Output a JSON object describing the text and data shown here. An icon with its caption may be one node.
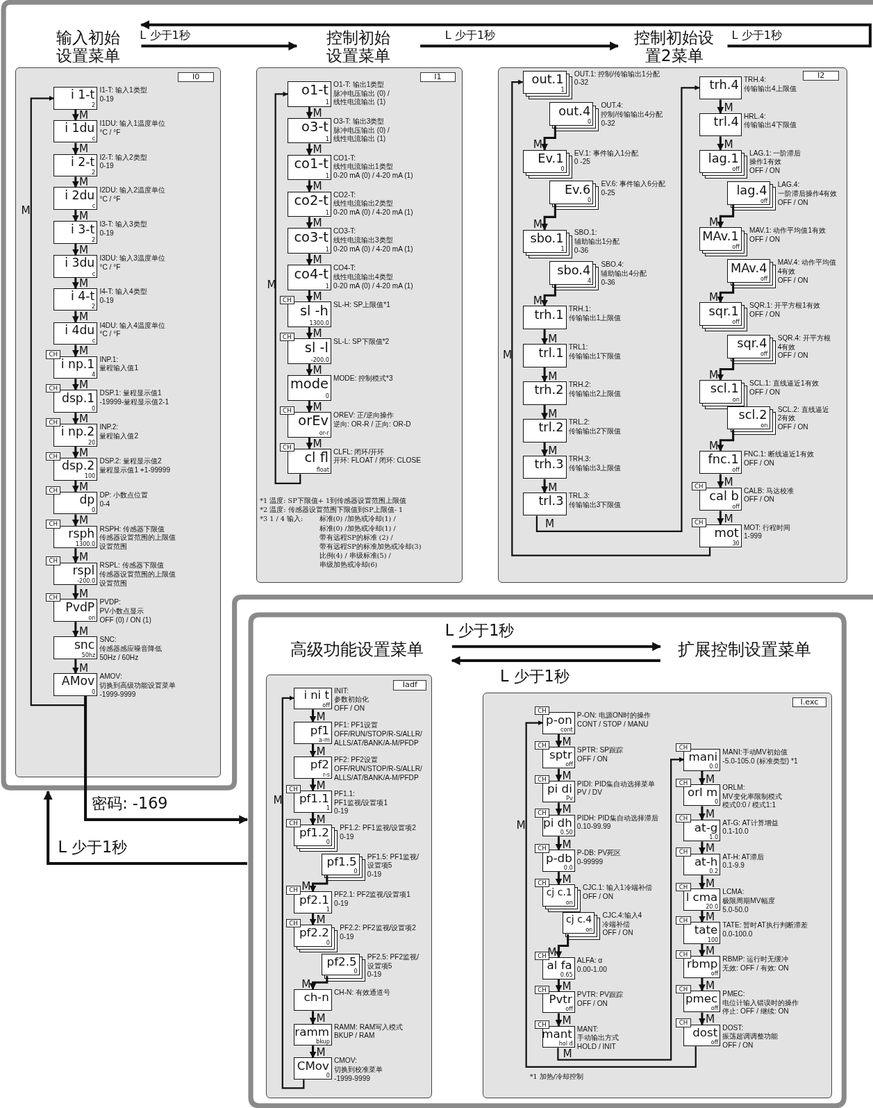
{
  "diagram": {
    "nodes": [
      {
        "text": [
          "输入初始设置菜单",
          "I0"
        ]
      },
      {
        "text": [
          "i 1-t",
          "2"
        ],
        "beside": [
          "I1-T: 输入1类型",
          "0-19"
        ],
        "in": 0
      },
      {
        "text": [
          "i 1du",
          "c"
        ],
        "beside": [
          "I1DU: 输入1温度单位",
          "°C / °F"
        ],
        "in": 0
      },
      {
        "text": [
          "i 2-t",
          "2"
        ],
        "beside": [
          "I2-T: 输入2类型",
          "0-19"
        ],
        "in": 0
      },
      {
        "text": [
          "i 2du",
          "c"
        ],
        "beside": [
          "I2DU: 输入2温度单位",
          "°C / °F"
        ],
        "in": 0
      },
      {
        "text": [
          "i 3-t",
          "2"
        ],
        "beside": [
          "I3-T: 输入3类型",
          "0-19"
        ],
        "in": 0
      },
      {
        "text": [
          "i 3du",
          "c"
        ],
        "beside": [
          "I3DU: 输入3温度单位",
          "°C / °F"
        ],
        "in": 0
      },
      {
        "text": [
          "i 4-t",
          "2"
        ],
        "beside": [
          "I4-T: 输入4类型",
          "0-19"
        ],
        "in": 0
      },
      {
        "text": [
          "i 4du",
          "c"
        ],
        "beside": [
          "I4DU: 输入4温度单位",
          "°C / °F"
        ],
        "in": 0
      },
      {
        "text": [
          "CH"
        ],
        "in": 0
      },
      {
        "text": [
          "i np.1",
          "4"
        ],
        "beside": [
          "INP.1:",
          "量程输入值1"
        ],
        "in": 0
      },
      {
        "text": [
          "CH"
        ],
        "in": 0
      },
      {
        "text": [
          "dsp.1",
          "0"
        ],
        "beside": [
          "DSP.1: 量程显示值1",
          "-19999-量程显示值2-1"
        ],
        "in": 0
      },
      {
        "text": [
          "CH"
        ],
        "in": 0
      },
      {
        "text": [
          "i np.2",
          "20"
        ],
        "beside": [
          "INP.2:",
          "量程输入值2"
        ],
        "in": 0
      },
      {
        "text": [
          "CH"
        ],
        "in": 0
      },
      {
        "text": [
          "dsp.2",
          "100"
        ],
        "beside": [
          "DSP.2: 量程显示值2",
          "量程显示值1 +1-99999"
        ],
        "in": 0
      },
      {
        "text": [
          "CH"
        ],
        "in": 0
      },
      {
        "text": [
          "dp",
          "0"
        ],
        "beside": [
          "DP: 小数点位置",
          "0-4"
        ],
        "in": 0
      },
      {
        "text": [
          "CH"
        ],
        "in": 0
      },
      {
        "text": [
          "rsph",
          "1300.0"
        ],
        "beside": [
          "RSPH: 传感器下限值",
          "传感器设置范围的上限值",
          "设置范围"
        ],
        "in": 0
      },
      {
        "text": [
          "CH"
        ],
        "in": 0
      },
      {
        "text": [
          "rspl",
          "-200.0"
        ],
        "beside": [
          "RSPL: 传感器下限值",
          "传感器设置范围的上限值",
          "设置范围"
        ],
        "in": 0
      },
      {
        "text": [
          "CH"
        ],
        "in": 0
      },
      {
        "text": [
          "PvdP",
          "on"
        ],
        "beside": [
          "PVDP:",
          "PV小数点显示",
          "OFF (0) / ON (1)"
        ],
        "in": 0
      },
      {
        "text": [
          "snc",
          "50hz"
        ],
        "beside": [
          "SNC:",
          "传感器感应噪音降低",
          "50Hz / 60Hz"
        ],
        "in": 0
      },
      {
        "text": [
          "AMov",
          "0"
        ],
        "beside": [
          "AMOV:",
          "切换到高级功能设置菜单",
          "-1999-9999"
        ],
        "in": 0
      },
      {
        "text": [
          "控制初始设置菜单",
          "I1"
        ]
      },
      {
        "text": [
          "o1-t",
          "1"
        ],
        "beside": [
          "O1-T: 输出1类型",
          "脉冲电压输出 (0) /",
          "线性电流输出 (1)"
        ],
        "in": 27
      },
      {
        "text": [
          "o3-t",
          "1"
        ],
        "beside": [
          "O3-T: 输出3类型",
          "脉冲电压输出 (0) /",
          "线性电流输出 (1)"
        ],
        "in": 27
      },
      {
        "text": [
          "co1-t",
          "1"
        ],
        "beside": [
          "CO1-T:",
          "线性电流输出1类型",
          "0-20 mA (0) / 4-20 mA (1)"
        ],
        "in": 27
      },
      {
        "text": [
          "co2-t",
          "1"
        ],
        "beside": [
          "CO2-T:",
          "线性电流输出2类型",
          "0-20 mA (0) / 4-20 mA (1)"
        ],
        "in": 27
      },
      {
        "text": [
          "co3-t",
          "1"
        ],
        "beside": [
          "CO3-T:",
          "线性电流输出3类型",
          "0-20 mA (0) / 4-20 mA (1)"
        ],
        "in": 27
      },
      {
        "text": [
          "co4-t",
          "1"
        ],
        "beside": [
          "CO4-T:",
          "线性电流输出4类型",
          "0-20 mA (0) / 4-20 mA (1)"
        ],
        "in": 27
      },
      {
        "text": [
          "CH"
        ],
        "in": 27
      },
      {
        "text": [
          "sl -h",
          "1300.0"
        ],
        "beside": [
          "SL-H: SP上限值*1"
        ],
        "in": 27
      },
      {
        "text": [
          "CH"
        ],
        "in": 27
      },
      {
        "text": [
          "sl -l",
          "-200.0"
        ],
        "beside": [
          "SL-L: SP下限值*2"
        ],
        "in": 27
      },
      {
        "text": [
          "mode",
          "0"
        ],
        "beside": [
          "MODE: 控制模式*3"
        ],
        "in": 27
      },
      {
        "text": [
          "CH"
        ],
        "in": 27
      },
      {
        "text": [
          "orEv",
          "or-r"
        ],
        "beside": [
          "OREV: 正/逆向操作",
          "逆向: OR-R / 正向: OR-D"
        ],
        "in": 27
      },
      {
        "text": [
          "CH"
        ],
        "in": 27
      },
      {
        "text": [
          "cl fl",
          "float"
        ],
        "beside": [
          "CLFL: 闭环/开环",
          "开环: FLOAT / 闭环: CLOSE"
        ],
        "in": 27
      },
      {
        "text": [
          "控制初始设置2菜单",
          "I2"
        ]
      },
      {
        "text": [
          "out.1",
          "1"
        ],
        "beside": [
          "OUT.1: 控制/传输输出1分配",
          "0-32"
        ],
        "in": 43
      },
      {
        "text": [
          "out.4",
          "0"
        ],
        "beside": [
          "OUT.4:",
          "控制/传输输出4分配",
          "0-32"
        ],
        "in": 43
      },
      {
        "text": [
          "Ev.1",
          "0"
        ],
        "beside": [
          "EV.1: 事件输入1分配",
          "0 -25"
        ],
        "in": 43
      },
      {
        "text": [
          "Ev.6",
          "0"
        ],
        "beside": [
          "EV.6: 事件输入6分配",
          "0-25"
        ],
        "in": 43
      },
      {
        "text": [
          "sbo.1",
          "1"
        ],
        "beside": [
          "SBO.1:",
          "辅助输出1分配",
          "0-36"
        ],
        "in": 43
      },
      {
        "text": [
          "sbo.4",
          "4"
        ],
        "beside": [
          "SBO.4:",
          "辅助输出4分配",
          "0-36"
        ],
        "in": 43
      },
      {
        "text": [
          "trh.1"
        ],
        "beside": [
          "TRH.1:",
          "传输输出1上限值"
        ],
        "in": 43
      },
      {
        "text": [
          "trl.1"
        ],
        "beside": [
          "TRL1:",
          "传输输出1下限值"
        ],
        "in": 43
      },
      {
        "text": [
          "trh.2"
        ],
        "beside": [
          "TRH.2:",
          "传输输出2上限值"
        ],
        "in": 43
      },
      {
        "text": [
          "trl.2"
        ],
        "beside": [
          "TRL.2:",
          "传输输出2下限值"
        ],
        "in": 43
      },
      {
        "text": [
          "trh.3"
        ],
        "beside": [
          "TRH.3:",
          "传输输出3上限值"
        ],
        "in": 43
      },
      {
        "text": [
          "trl.3"
        ],
        "beside": [
          "TRL.3:",
          "传输输出3下限值"
        ],
        "in": 43
      },
      {
        "text": [
          "trh.4"
        ],
        "beside": [
          "TRH.4:",
          "传输输出4上限值"
        ],
        "in": 43
      },
      {
        "text": [
          "trl.4"
        ],
        "beside": [
          "HRL.4:",
          "传输输出4下限值"
        ],
        "in": 43
      },
      {
        "text": [
          "lag.1",
          "off"
        ],
        "beside": [
          "LAG.1: 一阶滞后",
          "操作1有效",
          "OFF / ON"
        ],
        "in": 43
      },
      {
        "text": [
          "lag.4",
          "off"
        ],
        "beside": [
          "LAG.4:",
          "一阶滞后操作4有效",
          "OFF / ON"
        ],
        "in": 43
      },
      {
        "text": [
          "MAv.1",
          "off"
        ],
        "beside": [
          "MAV.1: 动作平均值1有效",
          "OFF / ON"
        ],
        "in": 43
      },
      {
        "text": [
          "MAv.4",
          "off"
        ],
        "beside": [
          "MAV.4: 动作平均值",
          "4有效",
          "OFF / ON"
        ],
        "in": 43
      },
      {
        "text": [
          "sqr.1",
          "off"
        ],
        "beside": [
          "SQR.1: 开平方根1有效",
          "OFF / ON"
        ],
        "in": 43
      },
      {
        "text": [
          "sqr.4",
          "off"
        ],
        "beside": [
          "SQR.4: 开平方根",
          "4有效",
          "OFF / ON"
        ],
        "in": 43
      },
      {
        "text": [
          "scl.1",
          "on"
        ],
        "beside": [
          "SCL.1: 直线逼近1有效",
          "OFF / ON"
        ],
        "in": 43
      },
      {
        "text": [
          "scl.2",
          "on"
        ],
        "beside": [
          "SCL.2: 直线逼近",
          "2有效",
          "OFF / ON"
        ],
        "in": 43
      },
      {
        "text": [
          "fnc.1",
          "off"
        ],
        "beside": [
          "FNC.1: 断线逼近1有效",
          "OFF / ON"
        ],
        "in": 43
      },
      {
        "text": [
          "CH"
        ],
        "in": 43
      },
      {
        "text": [
          "cal b",
          "off"
        ],
        "beside": [
          "CALB: 马达校准",
          "OFF / ON"
        ],
        "in": 43
      },
      {
        "text": [
          "CH"
        ],
        "in": 43
      },
      {
        "text": [
          "mot",
          "30"
        ],
        "beside": [
          "MOT: 行程时间",
          "1-999"
        ],
        "in": 43
      },
      {
        "text": [
          "高级功能设置菜单",
          "Iadf"
        ]
      },
      {
        "text": [
          "i ni t",
          "off"
        ],
        "beside": [
          "INIT:",
          "参数初始化",
          "OFF / ON"
        ],
        "in": 71
      },
      {
        "text": [
          "pf1",
          "a-m"
        ],
        "beside": [
          "PF1: PF1设置",
          "OFF/RUN/STOP/R-S/ALLR/",
          "ALLS/AT/BANK/A-M/PFDP"
        ],
        "in": 71
      },
      {
        "text": [
          "pf2",
          "r-s"
        ],
        "beside": [
          "PF2: PF2设置",
          "OFF/RUN/STOP/R-S/ALLR/",
          "ALLS/AT/BANK/A-M/PFDP"
        ],
        "in": 71
      },
      {
        "text": [
          "CH"
        ],
        "in": 71
      },
      {
        "text": [
          "pf1.1",
          "1"
        ],
        "beside": [
          "PF1.1:",
          "PF1监视/设置项1",
          "0-19"
        ],
        "in": 71
      },
      {
        "text": [
          "CH"
        ],
        "in": 71
      },
      {
        "text": [
          "pf1.2",
          "0"
        ],
        "beside": [
          "PF1.2: PF1监视/设置项2",
          "0-19"
        ],
        "in": 71
      },
      {
        "text": [
          "pf1.5",
          "0"
        ],
        "beside": [
          "PF1.5: PF1监视/",
          "设置项5",
          "0-19"
        ],
        "in": 71
      },
      {
        "text": [
          "CH"
        ],
        "in": 71
      },
      {
        "text": [
          "pf2.1",
          "1"
        ],
        "beside": [
          "PF2.1: PF2监视/设置项1",
          "0-19"
        ],
        "in": 71
      },
      {
        "text": [
          "CH"
        ],
        "in": 71
      },
      {
        "text": [
          "pf2.2",
          "0"
        ],
        "beside": [
          "PF2.2: PF2监视/设置项2",
          "0-19"
        ],
        "in": 71
      },
      {
        "text": [
          "pf2.5",
          "0"
        ],
        "beside": [
          "PF2.5: PF2监视/",
          "设置项5",
          "0-19"
        ],
        "in": 71
      },
      {
        "text": [
          "ch-n"
        ],
        "beside": [
          "CH-N: 有效通道号"
        ],
        "in": 71
      },
      {
        "text": [
          "ramm",
          "bkup"
        ],
        "beside": [
          "RAMM: RAM写入模式",
          "BKUP / RAM"
        ],
        "in": 71
      },
      {
        "text": [
          "CMov",
          "0"
        ],
        "beside": [
          "CMOV:",
          "切换到校准菜单",
          "-1999-9999"
        ],
        "in": 71
      },
      {
        "text": [
          "扩展控制设置菜单",
          "I.exc"
        ]
      },
      {
        "text": [
          "CH"
        ],
        "in": 88
      },
      {
        "text": [
          "p-on",
          "cont"
        ],
        "beside": [
          "P-ON: 电源ON时的操作",
          "CONT / STOP / MANU"
        ],
        "in": 88
      },
      {
        "text": [
          "CH"
        ],
        "in": 88
      },
      {
        "text": [
          "sptr",
          "off"
        ],
        "beside": [
          "SPTR: SP跟踪",
          "OFF / ON"
        ],
        "in": 88
      },
      {
        "text": [
          "CH"
        ],
        "in": 88
      },
      {
        "text": [
          "pi di",
          "Pv"
        ],
        "beside": [
          "PIDI: PID集自动选择菜单",
          "PV / DV"
        ],
        "in": 88
      },
      {
        "text": [
          "CH"
        ],
        "in": 88
      },
      {
        "text": [
          "pi dh",
          "0.50"
        ],
        "beside": [
          "PIDH: PID集自动选择滞后",
          "0.10-99.99"
        ],
        "in": 88
      },
      {
        "text": [
          "CH"
        ],
        "in": 88
      },
      {
        "text": [
          "p-db",
          "0.0"
        ],
        "beside": [
          "P-DB: PV死区",
          "0-99999"
        ],
        "in": 88
      },
      {
        "text": [
          "CH"
        ],
        "in": 88
      },
      {
        "text": [
          "cj c.1",
          "on"
        ],
        "beside": [
          "CJC.1: 输入1冷端补偿",
          "OFF / ON"
        ],
        "in": 88
      },
      {
        "text": [
          "cj c.4",
          "on"
        ],
        "beside": [
          "CJC.4:输入4",
          "冷端补偿",
          "OFF / ON"
        ],
        "in": 88
      },
      {
        "text": [
          "CH"
        ],
        "in": 88
      },
      {
        "text": [
          "al fa",
          "0.65"
        ],
        "beside": [
          "ALFA: α",
          "0.00-1.00"
        ],
        "in": 88
      },
      {
        "text": [
          "CH"
        ],
        "in": 88
      },
      {
        "text": [
          "Pvtr",
          "off"
        ],
        "beside": [
          "PVTR: PV跟踪",
          "OFF / ON"
        ],
        "in": 88
      },
      {
        "text": [
          "CH"
        ],
        "in": 88
      },
      {
        "text": [
          "mant",
          "hol d"
        ],
        "beside": [
          "MANT:",
          "手动输出方式",
          "HOLD / INIT"
        ],
        "in": 88
      },
      {
        "text": [
          "CH"
        ],
        "in": 88
      },
      {
        "text": [
          "mani",
          "0.0"
        ],
        "beside": [
          "MANI:手动MV初始值",
          "-5.0-105.0 (标准类型) *1"
        ],
        "in": 88
      },
      {
        "text": [
          "CH"
        ],
        "in": 88
      },
      {
        "text": [
          "orl m",
          "0"
        ],
        "beside": [
          "ORLM:",
          "MV变化率限制模式",
          "模式0:0 / 模式1:1"
        ],
        "in": 88
      },
      {
        "text": [
          "CH"
        ],
        "in": 88
      },
      {
        "text": [
          "at-g",
          "1.0"
        ],
        "beside": [
          "AT-G: AT计算增益",
          "0.1-10.0"
        ],
        "in": 88
      },
      {
        "text": [
          "CH"
        ],
        "in": 88
      },
      {
        "text": [
          "at-h",
          "0.2"
        ],
        "beside": [
          "AT-H: AT滞后",
          "0.1-9.9"
        ],
        "in": 88
      },
      {
        "text": [
          "CH"
        ],
        "in": 88
      },
      {
        "text": [
          "l cma",
          "20.0"
        ],
        "beside": [
          "LCMA:",
          "极限周期MV幅度",
          "5.0-50.0"
        ],
        "in": 88
      },
      {
        "text": [
          "CH"
        ],
        "in": 88
      },
      {
        "text": [
          "tate",
          "100"
        ],
        "beside": [
          "TATE: 暂时AT执行判断滞差",
          "0.0-100.0"
        ],
        "in": 88
      },
      {
        "text": [
          "CH"
        ],
        "in": 88
      },
      {
        "text": [
          "rbmp",
          "off"
        ],
        "beside": [
          "RBMP: 运行时无缓冲",
          "无效: OFF / 有效: ON"
        ],
        "in": 88
      },
      {
        "text": [
          "CH"
        ],
        "in": 88
      },
      {
        "text": [
          "pmec",
          "off"
        ],
        "beside": [
          "PMEC:",
          "电位计输入错误时的操作",
          "停止: OFF / 继续: ON"
        ],
        "in": 88
      },
      {
        "text": [
          "CH"
        ],
        "in": 88
      },
      {
        "text": [
          "dost",
          "off"
        ],
        "beside": [
          "DOST:",
          "振荡超调调整功能",
          "OFF / ON"
        ],
        "in": 88
      }
    ],
    "edges": [
      {
        "from": 1,
        "to": 2,
        "arrow": "to",
        "label": "M"
      },
      {
        "from": 2,
        "to": 3,
        "arrow": "to",
        "label": "M"
      },
      {
        "from": 3,
        "to": 4,
        "arrow": "to",
        "label": "M"
      },
      {
        "from": 4,
        "to": 5,
        "arrow": "to",
        "label": "M"
      },
      {
        "from": 5,
        "to": 6,
        "arrow": "to",
        "label": "M"
      },
      {
        "from": 6,
        "to": 7,
        "arrow": "to",
        "label": "M"
      },
      {
        "from": 7,
        "to": 8,
        "arrow": "to",
        "label": "M"
      },
      {
        "from": 8,
        "to": 10,
        "arrow": "to",
        "label": "M"
      },
      {
        "from": 10,
        "to": 12,
        "arrow": "to",
        "label": "M"
      },
      {
        "from": 12,
        "to": 14,
        "arrow": "to",
        "label": "M"
      },
      {
        "from": 14,
        "to": 16,
        "arrow": "to",
        "label": "M"
      },
      {
        "from": 16,
        "to": 18,
        "arrow": "to",
        "label": "M"
      },
      {
        "from": 18,
        "to": 20,
        "arrow": "to",
        "label": "M"
      },
      {
        "from": 20,
        "to": 22,
        "arrow": "to",
        "label": "M"
      },
      {
        "from": 22,
        "to": 24,
        "arrow": "to",
        "label": "M"
      },
      {
        "from": 24,
        "to": 25,
        "arrow": "to",
        "label": "M"
      },
      {
        "from": 25,
        "to": 26,
        "arrow": "to",
        "label": "M"
      },
      {
        "from": 26,
        "to": 1,
        "arrow": "to",
        "label": "M"
      },
      {
        "from": 28,
        "to": 29,
        "arrow": "to",
        "label": "M"
      },
      {
        "from": 29,
        "to": 30,
        "arrow": "to",
        "label": "M"
      },
      {
        "from": 30,
        "to": 31,
        "arrow": "to",
        "label": "M"
      },
      {
        "from": 31,
        "to": 32,
        "arrow": "to",
        "label": "M"
      },
      {
        "from": 32,
        "to": 33,
        "arrow": "to",
        "label": "M"
      },
      {
        "from": 33,
        "to": 35,
        "arrow": "to",
        "label": "M"
      },
      {
        "from": 35,
        "to": 37,
        "arrow": "to",
        "label": "M"
      },
      {
        "from": 37,
        "to": 38,
        "arrow": "to",
        "label": "M"
      },
      {
        "from": 38,
        "to": 40,
        "arrow": "to",
        "label": "M"
      },
      {
        "from": 40,
        "to": 42,
        "arrow": "to",
        "label": "M"
      },
      {
        "from": 42,
        "to": 28,
        "arrow": "to",
        "label": "M"
      },
      {
        "from": 45,
        "to": 46,
        "arrow": "to",
        "label": "M"
      },
      {
        "from": 47,
        "to": 48,
        "arrow": "to",
        "label": "M"
      },
      {
        "from": 49,
        "to": 50,
        "arrow": "to",
        "label": "M"
      },
      {
        "from": 50,
        "to": 51,
        "arrow": "to",
        "label": "M"
      },
      {
        "from": 51,
        "to": 52,
        "arrow": "to",
        "label": "M"
      },
      {
        "from": 52,
        "to": 53,
        "arrow": "to",
        "label": "M"
      },
      {
        "from": 53,
        "to": 54,
        "arrow": "to",
        "label": "M"
      },
      {
        "from": 54,
        "to": 55,
        "arrow": "to",
        "label": "M"
      },
      {
        "from": 55,
        "to": 56,
        "arrow": "to",
        "label": "M"
      },
      {
        "from": 56,
        "to": 57,
        "arrow": "to",
        "label": "M"
      },
      {
        "from": 57,
        "to": 58,
        "arrow": "to",
        "label": "M"
      },
      {
        "from": 59,
        "to": 60,
        "arrow": "to",
        "label": "M"
      },
      {
        "from": 61,
        "to": 62,
        "arrow": "to",
        "label": "M"
      },
      {
        "from": 63,
        "to": 64,
        "arrow": "to",
        "label": "M"
      },
      {
        "from": 65,
        "to": 66,
        "arrow": "to",
        "label": "M"
      },
      {
        "from": 66,
        "to": 68,
        "arrow": "to",
        "label": "M"
      },
      {
        "from": 68,
        "to": 70,
        "arrow": "to",
        "label": "M"
      },
      {
        "from": 70,
        "to": 44,
        "arrow": "to",
        "label": "M"
      },
      {
        "from": 72,
        "to": 73,
        "arrow": "to",
        "label": "M"
      },
      {
        "from": 73,
        "to": 74,
        "arrow": "to",
        "label": "M"
      },
      {
        "from": 74,
        "to": 76,
        "arrow": "to",
        "label": "M"
      },
      {
        "from": 76,
        "to": 78,
        "arrow": "to",
        "label": "M"
      },
      {
        "from": 79,
        "to": 81,
        "arrow": "to",
        "label": "M"
      },
      {
        "from": 81,
        "to": 83,
        "arrow": "to",
        "label": "M"
      },
      {
        "from": 84,
        "to": 85,
        "arrow": "to",
        "label": "M"
      },
      {
        "from": 85,
        "to": 86,
        "arrow": "to",
        "label": "M"
      },
      {
        "from": 86,
        "to": 87,
        "arrow": "to",
        "label": "M"
      },
      {
        "from": 87,
        "to": 72,
        "arrow": "to",
        "label": "M"
      },
      {
        "from": 90,
        "to": 92,
        "arrow": "to",
        "label": "M"
      },
      {
        "from": 92,
        "to": 94,
        "arrow": "to",
        "label": "M"
      },
      {
        "from": 94,
        "to": 96,
        "arrow": "to",
        "label": "M"
      },
      {
        "from": 96,
        "to": 98,
        "arrow": "to",
        "label": "M"
      },
      {
        "from": 98,
        "to": 100,
        "arrow": "to",
        "label": "M"
      },
      {
        "from": 101,
        "to": 103,
        "arrow": "to",
        "label": "M"
      },
      {
        "from": 103,
        "to": 105,
        "arrow": "to",
        "label": "M"
      },
      {
        "from": 105,
        "to": 107,
        "arrow": "to",
        "label": "M"
      },
      {
        "from": 107,
        "to": 109,
        "arrow": "to",
        "label": "M"
      },
      {
        "from": 109,
        "to": 111,
        "arrow": "to",
        "label": "M"
      },
      {
        "from": 111,
        "to": 113,
        "arrow": "to",
        "label": "M"
      },
      {
        "from": 113,
        "to": 115,
        "arrow": "to",
        "label": "M"
      },
      {
        "from": 115,
        "to": 117,
        "arrow": "to",
        "label": "M"
      },
      {
        "from": 117,
        "to": 119,
        "arrow": "to",
        "label": "M"
      },
      {
        "from": 119,
        "to": 121,
        "arrow": "to",
        "label": "M"
      },
      {
        "from": 121,
        "to": 123,
        "arrow": "to",
        "label": "M"
      },
      {
        "from": 123,
        "to": 125,
        "arrow": "to",
        "label": "M"
      },
      {
        "from": 125,
        "to": 90,
        "arrow": "to",
        "label": "M"
      },
      {
        "from": 0,
        "to": 27,
        "arrow": "to",
        "label": "L 少于1秒"
      },
      {
        "from": 27,
        "to": 43,
        "arrow": "to",
        "label": "L 少于1秒"
      },
      {
        "from": 43,
        "to": 0,
        "arrow": "to",
        "label": "L 少于1秒"
      },
      {
        "from": 26,
        "to": 71,
        "arrow": "to",
        "label": "密码: -169"
      },
      {
        "from": 71,
        "to": 0,
        "arrow": "to",
        "label": "L 少于1秒"
      },
      {
        "from": 71,
        "to": 88,
        "arrow": "to",
        "label": "L 少于1秒"
      },
      {
        "from": 88,
        "to": 71,
        "arrow": "to",
        "label": "L 少于1秒"
      }
    ],
    "labels": [
      "*1 温度: SP下限值+ 1到传感器设置范围上限值",
      "*2 温度: 传感器设置范围下限值到SP上限值- 1",
      "*3 1 / 4 输入:",
      "标准(0) /加热或冷却(1) /",
      "标准(0) /加热或冷却(1) /",
      "带有远程SP的标准 (2) /",
      "带有远程SP的标准加热或冷却(3)",
      "比例(4) / 串级标准(5) /",
      "串级加热或冷却(6)",
      "*1 加热/冷却控制"
    ]
  }
}
